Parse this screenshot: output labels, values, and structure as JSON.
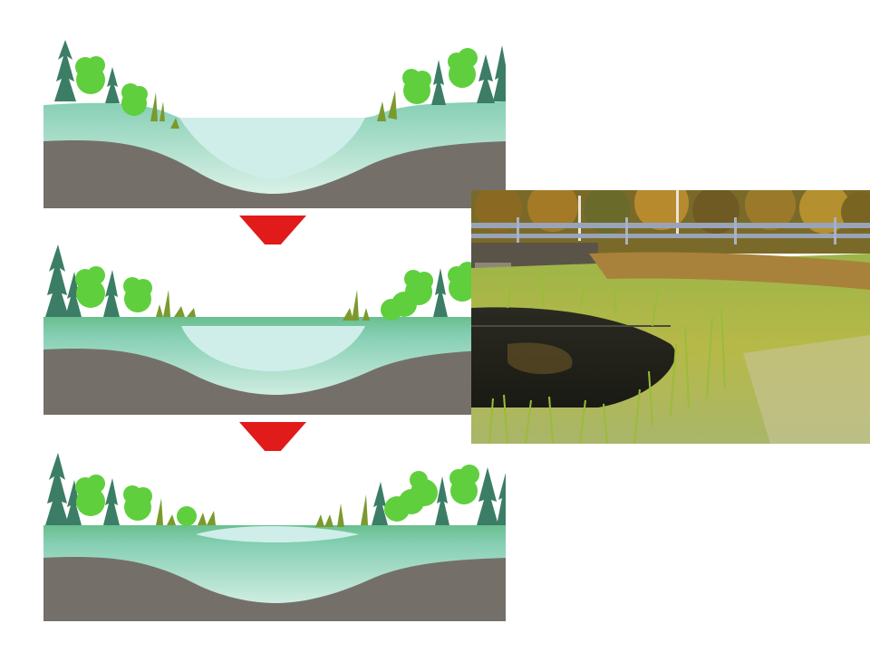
{
  "diagram": {
    "stages": [
      {
        "id": "open-pond",
        "pond_level": 1.0
      },
      {
        "id": "filling-pond",
        "pond_level": 0.55
      },
      {
        "id": "shallow-wetland",
        "pond_level": 0.2
      }
    ],
    "transition_arrows": 2
  },
  "photo": {
    "subject": "marsh-pond"
  },
  "colors": {
    "bedrock": "#747069",
    "sediment_light": "#bfe6d8",
    "sediment_mid": "#86cfb4",
    "grass_band": "#69bf8f",
    "water": "#cfeee9",
    "tree_deciduous": "#5fcf3e",
    "tree_conifer": "#3c7d66",
    "arrow": "#e11a1a"
  }
}
